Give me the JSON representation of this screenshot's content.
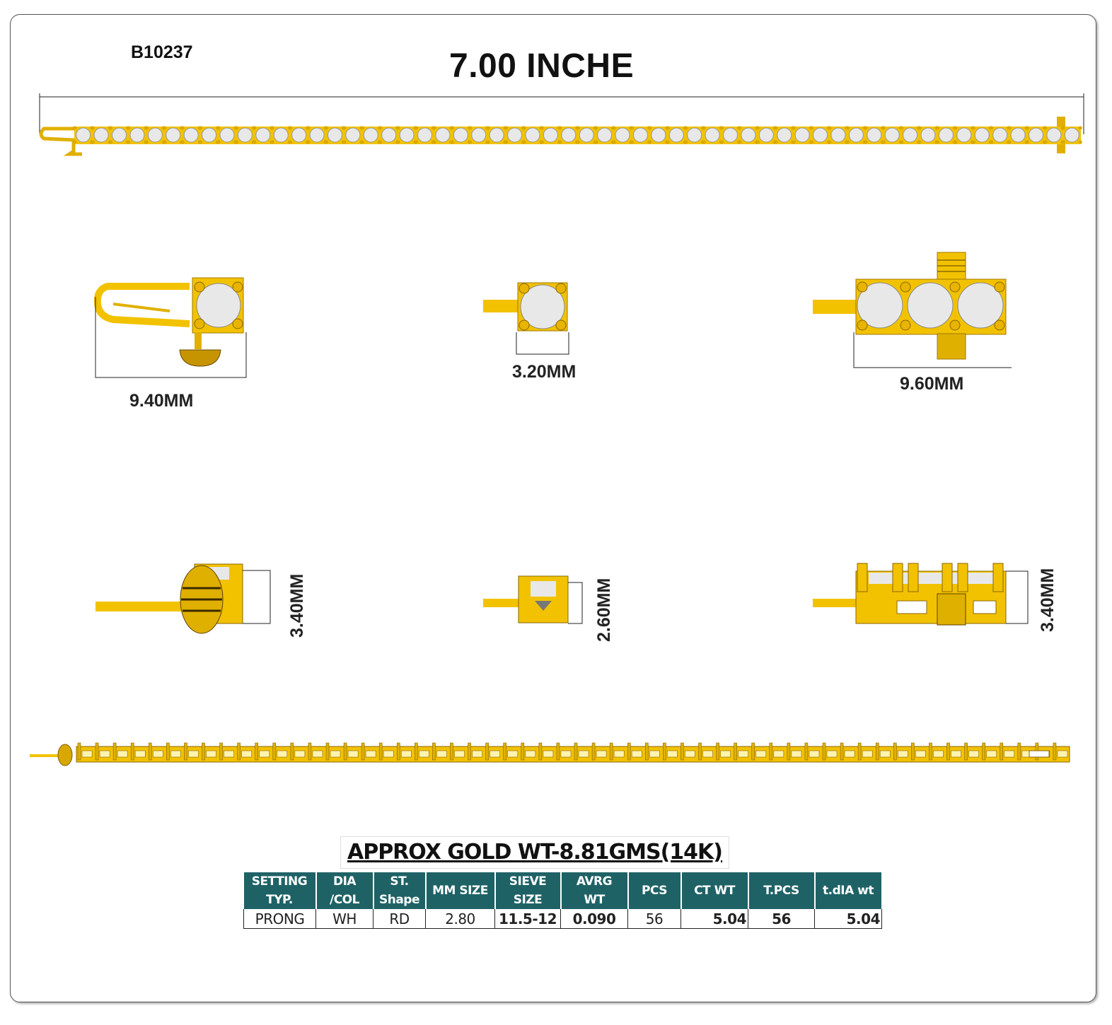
{
  "header": {
    "code": "B10237",
    "length_title": "7.00 INCHE"
  },
  "dimensions": {
    "clasp_width": "9.40MM",
    "stone_width": "3.20MM",
    "clasp_section_width": "9.60MM",
    "clasp_height": "3.40MM",
    "link_height": "2.60MM",
    "clasp_section_height": "3.40MM"
  },
  "colors": {
    "gold": "#f2c200",
    "gold_dark": "#b88a00",
    "stone": "#e8e8e8",
    "table_header": "#1f6266"
  },
  "stone_count": 56,
  "summary": {
    "gold_weight": "APPROX GOLD WT-8.81GMS(14K)"
  },
  "table": {
    "headers": [
      [
        "SETTING",
        "TYP."
      ],
      [
        "DIA",
        "/COL"
      ],
      [
        "ST.",
        "Shape"
      ],
      [
        "MM SIZE",
        ""
      ],
      [
        "SIEVE",
        "SIZE"
      ],
      [
        "AVRG",
        "WT"
      ],
      [
        "PCS",
        ""
      ],
      [
        "CT WT",
        ""
      ],
      [
        "T.PCS",
        ""
      ],
      [
        "t.dIA wt",
        ""
      ]
    ],
    "row": [
      "PRONG",
      "WH",
      "RD",
      "2.80",
      "11.5-12",
      "0.090",
      "56",
      "5.04",
      "56",
      "5.04"
    ]
  }
}
